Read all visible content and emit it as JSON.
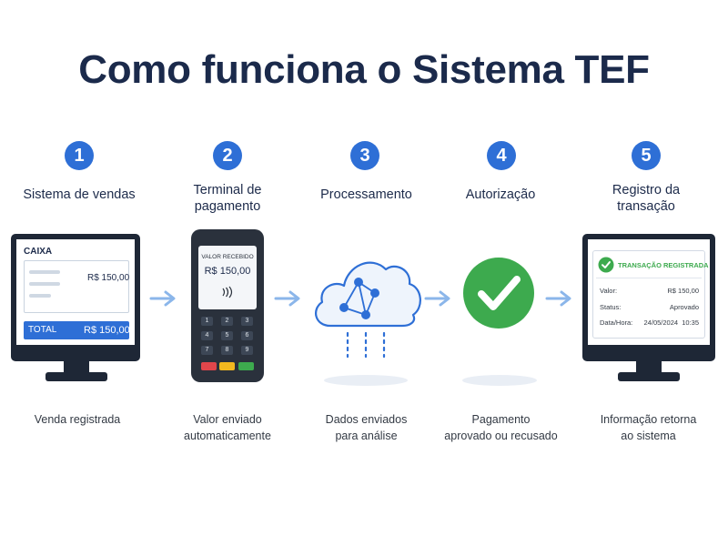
{
  "title": "Como funciona o Sistema TEF",
  "steps": [
    {
      "number": "1",
      "heading": [
        "Sistema de vendas"
      ],
      "caption": [
        "Venda registrada"
      ]
    },
    {
      "number": "2",
      "heading": [
        "Terminal de",
        "pagamento"
      ],
      "caption": [
        "Valor enviado",
        "automaticamente"
      ]
    },
    {
      "number": "3",
      "heading": [
        "Processamento"
      ],
      "caption": [
        "Dados enviados",
        "para análise"
      ]
    },
    {
      "number": "4",
      "heading": [
        "Autorização"
      ],
      "caption": [
        "Pagamento",
        "aprovado ou recusado"
      ]
    },
    {
      "number": "5",
      "heading": [
        "Registro da",
        "transação"
      ],
      "caption": [
        "Informação retorna",
        "ao sistema"
      ]
    }
  ],
  "caixa": {
    "label": "CAIXA",
    "amount": "R$ 150,00",
    "total_label": "TOTAL",
    "total_amount": "R$ 150,00"
  },
  "terminal": {
    "screen_label": "VALOR RECEBIDO",
    "screen_amount": "R$ 150,00",
    "keys": [
      "1",
      "2",
      "3",
      "4",
      "5",
      "6",
      "7",
      "8",
      "9"
    ]
  },
  "registro": {
    "status_title": "TRANSAÇÃO REGISTRADA",
    "rows": [
      {
        "label": "Valor:",
        "value": "R$ 150,00"
      },
      {
        "label": "Status:",
        "value": "Aprovado"
      },
      {
        "label": "Data/Hora:",
        "value": "24/05/2024  10:35"
      }
    ]
  },
  "colors": {
    "primary_blue": "#2e6fd6",
    "dark_navy": "#1b2a4b",
    "success_green": "#3daa4e",
    "arrow_blue": "#8bb6ea"
  }
}
